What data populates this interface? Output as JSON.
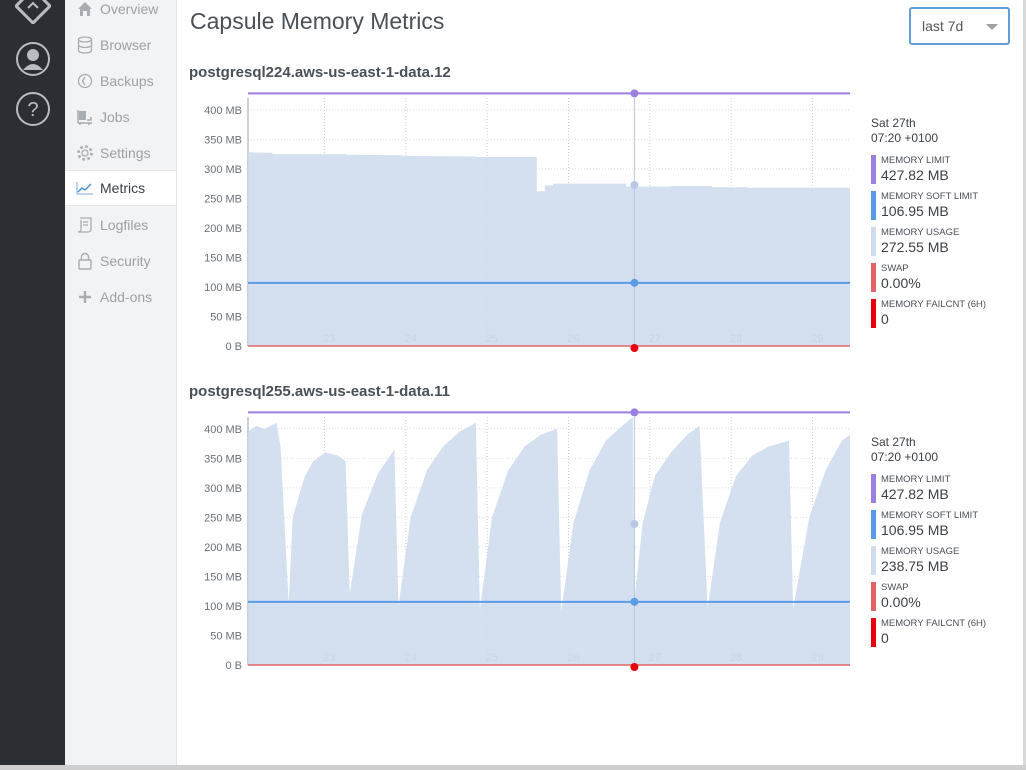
{
  "page": {
    "title": "Capsule Memory Metrics"
  },
  "range_select": {
    "value": "last 7d"
  },
  "rail": {
    "icons": [
      {
        "name": "logo-icon"
      },
      {
        "name": "user-avatar-icon"
      },
      {
        "name": "help-icon"
      }
    ]
  },
  "sidebar": {
    "items": [
      {
        "label": "Overview",
        "icon": "home-icon",
        "active": false
      },
      {
        "label": "Browser",
        "icon": "database-icon",
        "active": false
      },
      {
        "label": "Backups",
        "icon": "history-icon",
        "active": false
      },
      {
        "label": "Jobs",
        "icon": "jobs-icon",
        "active": false
      },
      {
        "label": "Settings",
        "icon": "gear-icon",
        "active": false
      },
      {
        "label": "Metrics",
        "icon": "chart-icon",
        "active": true
      },
      {
        "label": "Logfiles",
        "icon": "file-icon",
        "active": false
      },
      {
        "label": "Security",
        "icon": "lock-icon",
        "active": false
      },
      {
        "label": "Add-ons",
        "icon": "plus-icon",
        "active": false
      }
    ]
  },
  "colors": {
    "memory_limit": "#9b7fe0",
    "memory_soft_limit": "#5a9be6",
    "memory_usage": "#cfdcee",
    "swap": "#e06666",
    "memory_failcnt": "#e8000b"
  },
  "chart_data": [
    {
      "type": "area",
      "title": "postgresql224.aws-us-east-1-data.12",
      "ylim": [
        0,
        420
      ],
      "yticks": [
        "0 B",
        "50 MB",
        "100 MB",
        "150 MB",
        "200 MB",
        "250 MB",
        "300 MB",
        "350 MB",
        "400 MB"
      ],
      "ytick_values": [
        0,
        50,
        100,
        150,
        200,
        250,
        300,
        350,
        400
      ],
      "xlim": [
        22.0,
        29.4
      ],
      "xticks": [
        "23",
        "24",
        "25",
        "26",
        "27",
        "28",
        "29"
      ],
      "xtick_values": [
        23,
        24,
        25,
        26,
        27,
        28,
        29
      ],
      "cursor_x": 26.75,
      "series": [
        {
          "name": "MEMORY LIMIT",
          "value": 427.82
        },
        {
          "name": "MEMORY SOFT LIMIT",
          "value": 106.95
        },
        {
          "name": "MEMORY USAGE",
          "x": [
            22.0,
            22.3,
            22.3,
            23.2,
            23.2,
            23.9,
            23.9,
            24.8,
            24.8,
            25.55,
            25.55,
            25.65,
            25.65,
            25.75,
            25.75,
            26.15,
            26.15,
            26.65,
            26.65,
            27.2,
            27.2,
            27.7,
            27.7,
            28.15,
            28.15,
            29.4
          ],
          "values": [
            328,
            327,
            325,
            325,
            324,
            323,
            322,
            321,
            320,
            320,
            262,
            262,
            272,
            272,
            275,
            275,
            275,
            275,
            270,
            270,
            271,
            271,
            269,
            269,
            268,
            268
          ],
          "current": 272.55
        },
        {
          "name": "SWAP",
          "value": 0
        },
        {
          "name": "MEMORY FAILCNT (6H)",
          "value": 0
        }
      ],
      "legend": {
        "date": "Sat 27th",
        "time": "07:20 +0100",
        "items": [
          {
            "label": "MEMORY LIMIT",
            "value": "427.82 MB"
          },
          {
            "label": "MEMORY SOFT LIMIT",
            "value": "106.95 MB"
          },
          {
            "label": "MEMORY USAGE",
            "value": "272.55 MB"
          },
          {
            "label": "SWAP",
            "value": "0.00%"
          },
          {
            "label": "MEMORY FAILCNT (6H)",
            "value": "0"
          }
        ]
      }
    },
    {
      "type": "area",
      "title": "postgresql255.aws-us-east-1-data.11",
      "ylim": [
        0,
        420
      ],
      "yticks": [
        "0 B",
        "50 MB",
        "100 MB",
        "150 MB",
        "200 MB",
        "250 MB",
        "300 MB",
        "350 MB",
        "400 MB"
      ],
      "ytick_values": [
        0,
        50,
        100,
        150,
        200,
        250,
        300,
        350,
        400
      ],
      "xlim": [
        22.0,
        29.4
      ],
      "xticks": [
        "23",
        "24",
        "25",
        "26",
        "27",
        "28",
        "29"
      ],
      "xtick_values": [
        23,
        24,
        25,
        26,
        27,
        28,
        29
      ],
      "cursor_x": 26.75,
      "series": [
        {
          "name": "MEMORY LIMIT",
          "value": 427.82
        },
        {
          "name": "MEMORY SOFT LIMIT",
          "value": 106.95
        },
        {
          "name": "MEMORY USAGE",
          "x": [
            22.0,
            22.1,
            22.2,
            22.35,
            22.4,
            22.5,
            22.55,
            22.7,
            22.8,
            22.95,
            23.1,
            23.2,
            23.25,
            23.4,
            23.6,
            23.8,
            23.85,
            24.0,
            24.2,
            24.4,
            24.6,
            24.8,
            24.85,
            25.0,
            25.2,
            25.4,
            25.6,
            25.8,
            25.85,
            26.0,
            26.2,
            26.4,
            26.6,
            26.73,
            26.75,
            26.85,
            27.0,
            27.2,
            27.4,
            27.55,
            27.65,
            27.8,
            28.0,
            28.2,
            28.4,
            28.65,
            28.7,
            28.9,
            29.1,
            29.3,
            29.4
          ],
          "values": [
            395,
            405,
            400,
            410,
            370,
            105,
            250,
            320,
            345,
            360,
            355,
            345,
            120,
            255,
            325,
            365,
            100,
            250,
            330,
            370,
            395,
            410,
            95,
            250,
            330,
            370,
            390,
            400,
            90,
            240,
            330,
            380,
            405,
            420,
            110,
            240,
            320,
            360,
            390,
            405,
            95,
            240,
            320,
            355,
            370,
            380,
            95,
            250,
            330,
            380,
            390
          ],
          "current": 238.75
        },
        {
          "name": "SWAP",
          "value": 0
        },
        {
          "name": "MEMORY FAILCNT (6H)",
          "value": 0
        }
      ],
      "legend": {
        "date": "Sat 27th",
        "time": "07:20 +0100",
        "items": [
          {
            "label": "MEMORY LIMIT",
            "value": "427.82 MB"
          },
          {
            "label": "MEMORY SOFT LIMIT",
            "value": "106.95 MB"
          },
          {
            "label": "MEMORY USAGE",
            "value": "238.75 MB"
          },
          {
            "label": "SWAP",
            "value": "0.00%"
          },
          {
            "label": "MEMORY FAILCNT (6H)",
            "value": "0"
          }
        ]
      }
    }
  ]
}
